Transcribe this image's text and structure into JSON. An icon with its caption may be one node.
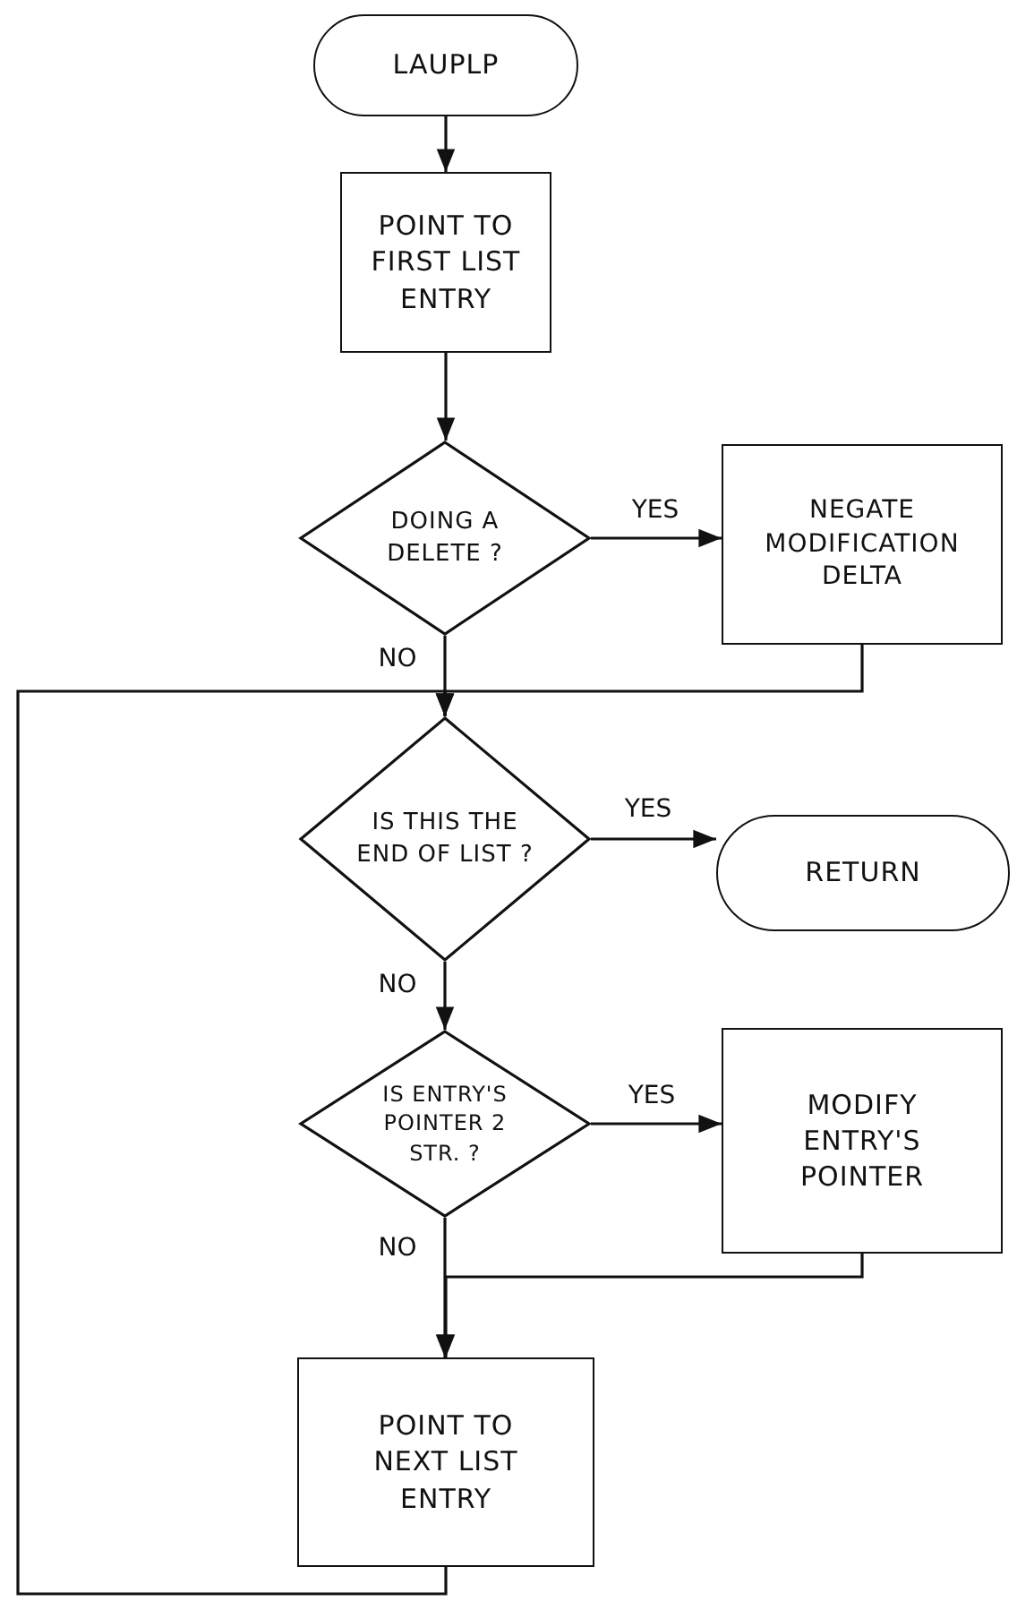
{
  "diagram": {
    "nodes": [
      {
        "text": [
          "LAUPLP"
        ]
      },
      {
        "text": [
          "POINT TO FIRST LIST ENTRY"
        ]
      },
      {
        "text": [
          "DOING A DELETE ?"
        ]
      },
      {
        "text": [
          "NEGATE MODIFICATION DELTA"
        ]
      },
      {
        "text": [
          "IS THIS THE END OF LIST ?"
        ]
      },
      {
        "text": [
          "RETURN"
        ]
      },
      {
        "text": [
          "IS ENTRY'S POINTER 2 STR. ?"
        ]
      },
      {
        "text": [
          "MODIFY ENTRY'S POINTER"
        ]
      },
      {
        "text": [
          "POINT TO NEXT LIST ENTRY"
        ]
      }
    ],
    "edges": [
      {
        "from": 0,
        "to": 1,
        "arrow": "to"
      },
      {
        "from": 1,
        "to": 2,
        "arrow": "to"
      },
      {
        "from": 2,
        "to": 3,
        "arrow": "to",
        "label": "YES"
      },
      {
        "from": 2,
        "to": 4,
        "arrow": "to",
        "label": "NO"
      },
      {
        "from": 3,
        "to": 4,
        "arrow": "to"
      },
      {
        "from": 4,
        "to": 5,
        "arrow": "to",
        "label": "YES"
      },
      {
        "from": 4,
        "to": 6,
        "arrow": "to",
        "label": "NO"
      },
      {
        "from": 6,
        "to": 7,
        "arrow": "to",
        "label": "YES"
      },
      {
        "from": 6,
        "to": 8,
        "arrow": "to",
        "label": "NO"
      },
      {
        "from": 7,
        "to": 8,
        "arrow": "to"
      },
      {
        "from": 8,
        "to": 4,
        "arrow": "to"
      }
    ]
  }
}
